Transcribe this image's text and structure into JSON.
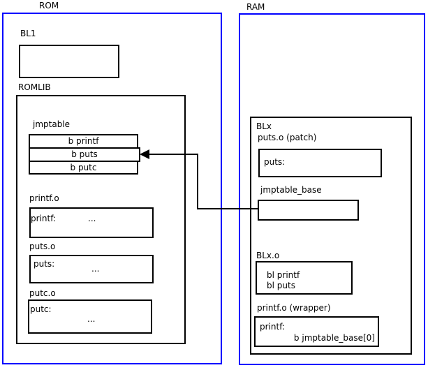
{
  "colors": {
    "frame_blue": "#0000ff",
    "line_black": "#000000",
    "background": "#ffffff"
  },
  "rom": {
    "label": "ROM",
    "bl1": {
      "label": "BL1"
    },
    "romlib": {
      "label": "ROMLIB",
      "jmptable": {
        "label": "jmptable",
        "rows": [
          "b printf",
          "b puts",
          "b putc"
        ]
      },
      "printf_o": {
        "label": "printf.o",
        "entry": "printf:",
        "ellipsis": "..."
      },
      "puts_o": {
        "label": "puts.o",
        "entry": "puts:",
        "ellipsis": "..."
      },
      "putc_o": {
        "label": "putc.o",
        "entry": "putc:",
        "ellipsis": "..."
      }
    }
  },
  "ram": {
    "label": "RAM",
    "blx": {
      "label": "BLx",
      "puts_patch": {
        "label": "puts.o (patch)",
        "entry": "puts:"
      },
      "jmptable_base": {
        "label": "jmptable_base"
      },
      "blx_o": {
        "label": "BLx.o",
        "lines": [
          "bl printf",
          "bl puts"
        ]
      },
      "printf_wrapper": {
        "label": "printf.o (wrapper)",
        "entry": "printf:",
        "body": "b jmptable_base[0]"
      }
    }
  },
  "connections": [
    {
      "from": "ram.blx.jmptable_base",
      "to": "rom.romlib.jmptable rows: b puts",
      "style": "arrow-left"
    }
  ]
}
